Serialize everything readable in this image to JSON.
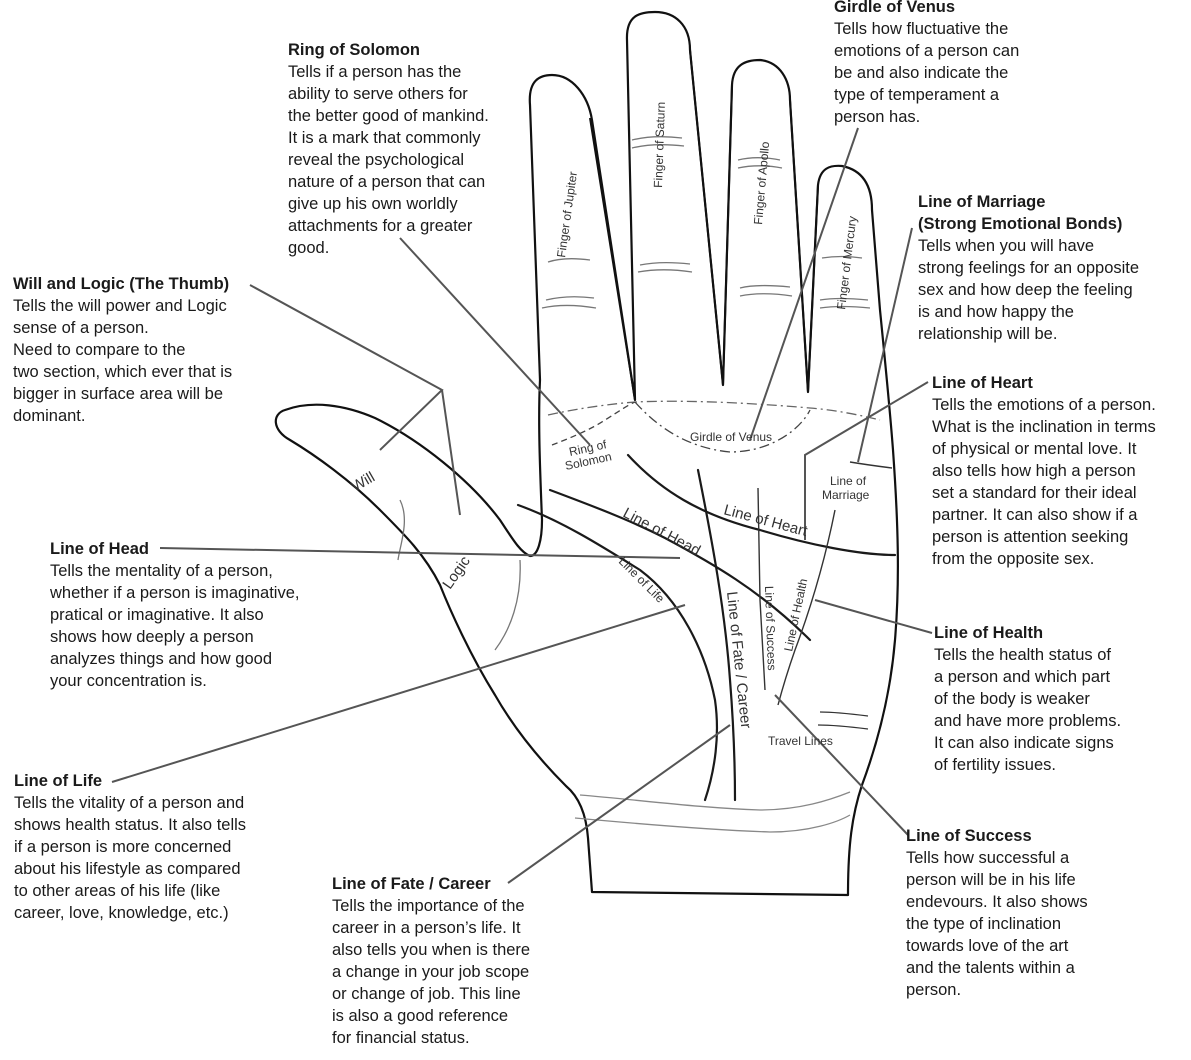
{
  "callouts": {
    "ring_of_solomon": {
      "title": "Ring of Solomon",
      "body": "Tells if a person has the\nability to serve others for\nthe better good of mankind.\nIt is a mark that commonly\nreveal the psychological\nnature of a person that can\ngive up his own worldly\nattachments for a greater\ngood."
    },
    "girdle_of_venus": {
      "title": "Girdle of Venus",
      "body": "Tells how fluctuative the\nemotions of a person can\nbe and also indicate the\ntype of temperament a\nperson has."
    },
    "line_of_marriage": {
      "title": "Line of Marriage\n(Strong Emotional Bonds)",
      "body": "Tells when you will have\nstrong feelings for an opposite\nsex and how deep the feeling\nis and how happy the\nrelationship will be."
    },
    "will_and_logic": {
      "title": "Will and Logic (The Thumb)",
      "body": "Tells the will power and Logic\nsense of a person.\nNeed to compare to the\ntwo section, which ever that is\nbigger in surface area will be\ndominant."
    },
    "line_of_heart": {
      "title": "Line of Heart",
      "body": "Tells the emotions of a person.\nWhat is the inclination in terms\nof physical or mental love. It\nalso tells how high a person\nset a standard for their ideal\npartner. It can also show if a\nperson is attention seeking\nfrom the opposite sex."
    },
    "line_of_head": {
      "title": "Line of Head",
      "body": "Tells the mentality of a person,\nwhether if a person is imaginative,\npratical or imaginative. It also\nshows how deeply a person\nanalyzes things and how good\nyour concentration is."
    },
    "line_of_health": {
      "title": "Line of Health",
      "body": "Tells the health status of\na person and which part\nof the body is weaker\nand have more problems.\nIt can also indicate signs\nof fertility issues."
    },
    "line_of_life": {
      "title": "Line of Life",
      "body": "Tells the vitality of a person and\nshows health status. It also tells\nif a person is more concerned\nabout his lifestyle as compared\nto other areas of his life (like\ncareer, love, knowledge, etc.)"
    },
    "line_of_success": {
      "title": "Line of Success",
      "body": "Tells how successful a\nperson will be in his life\nendevours. It also shows\nthe type of inclination\ntowards love of the art\nand the talents within a\nperson."
    },
    "line_of_fate": {
      "title": "Line of Fate / Career",
      "body": "Tells the importance of the\ncareer in a person’s life. It\nalso tells you when is there\na change in your job scope\nor change of job. This line\nis also a good reference\nfor financial status."
    }
  },
  "hand_labels": {
    "finger_jupiter": "Finger of Jupiter",
    "finger_saturn": "Finger of Saturn",
    "finger_apollo": "Finger of Apollo",
    "finger_mercury": "Finger of Mercury",
    "will": "Will",
    "logic": "Logic",
    "ring_of_solomon_1": "Ring of",
    "ring_of_solomon_2": "Solomon",
    "girdle_of_venus": "Girdle of Venus",
    "line_of_marriage_1": "Line of",
    "line_of_marriage_2": "Marriage",
    "line_of_heart": "Line of Heart",
    "line_of_head": "Line of Head",
    "line_of_life": "Line of Life",
    "line_of_fate": "Line of Fate / Career",
    "line_of_success": "Line of Success",
    "line_of_health": "Line of Health",
    "travel_lines": "Travel Lines"
  },
  "colors": {
    "outline": "#111111",
    "leader": "#555555",
    "palm_line": "#1a1a1a",
    "crease": "#888888"
  }
}
